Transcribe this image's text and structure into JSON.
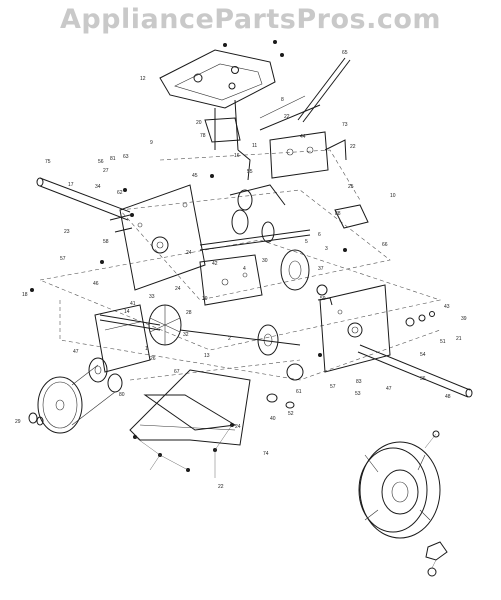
{
  "watermark": "AppliancePartsPros.com",
  "callouts": [
    {
      "id": "c12",
      "text": "12"
    },
    {
      "id": "c65",
      "text": "65"
    },
    {
      "id": "c8",
      "text": "8"
    },
    {
      "id": "c20",
      "text": "20"
    },
    {
      "id": "c78",
      "text": "78"
    },
    {
      "id": "c9",
      "text": "9"
    },
    {
      "id": "c16",
      "text": "16"
    },
    {
      "id": "c22a",
      "text": "22"
    },
    {
      "id": "c73",
      "text": "73"
    },
    {
      "id": "c44",
      "text": "44"
    },
    {
      "id": "c22b",
      "text": "22"
    },
    {
      "id": "c75",
      "text": "75"
    },
    {
      "id": "c56",
      "text": "56"
    },
    {
      "id": "c81",
      "text": "81"
    },
    {
      "id": "c63",
      "text": "63"
    },
    {
      "id": "c27",
      "text": "27"
    },
    {
      "id": "c17",
      "text": "17"
    },
    {
      "id": "c34",
      "text": "34"
    },
    {
      "id": "c62",
      "text": "62"
    },
    {
      "id": "c45",
      "text": "45"
    },
    {
      "id": "c11",
      "text": "11"
    },
    {
      "id": "c55",
      "text": "55"
    },
    {
      "id": "c25",
      "text": "25"
    },
    {
      "id": "c10",
      "text": "10"
    },
    {
      "id": "c23",
      "text": "23"
    },
    {
      "id": "c58",
      "text": "58"
    },
    {
      "id": "c57a",
      "text": "57"
    },
    {
      "id": "c42",
      "text": "42"
    },
    {
      "id": "c24a",
      "text": "24"
    },
    {
      "id": "c30",
      "text": "30"
    },
    {
      "id": "c37",
      "text": "37"
    },
    {
      "id": "c46",
      "text": "46"
    },
    {
      "id": "c14",
      "text": "14"
    },
    {
      "id": "c41",
      "text": "41"
    },
    {
      "id": "c33",
      "text": "33"
    },
    {
      "id": "c24b",
      "text": "24"
    },
    {
      "id": "c19",
      "text": "19"
    },
    {
      "id": "c18",
      "text": "18"
    },
    {
      "id": "c1",
      "text": "1"
    },
    {
      "id": "c28",
      "text": "28"
    },
    {
      "id": "c2",
      "text": "2"
    },
    {
      "id": "c13",
      "text": "13"
    },
    {
      "id": "c32",
      "text": "32"
    },
    {
      "id": "c47a",
      "text": "47"
    },
    {
      "id": "c67",
      "text": "67"
    },
    {
      "id": "c26",
      "text": "26"
    },
    {
      "id": "c80",
      "text": "80"
    },
    {
      "id": "c29",
      "text": "29"
    },
    {
      "id": "c74",
      "text": "74"
    },
    {
      "id": "c52",
      "text": "52"
    },
    {
      "id": "c40",
      "text": "40"
    },
    {
      "id": "c61",
      "text": "61"
    },
    {
      "id": "c57b",
      "text": "57"
    },
    {
      "id": "c53",
      "text": "53"
    },
    {
      "id": "c83",
      "text": "83"
    },
    {
      "id": "c47b",
      "text": "47"
    },
    {
      "id": "c36",
      "text": "36"
    },
    {
      "id": "c48",
      "text": "48"
    },
    {
      "id": "c43",
      "text": "43"
    },
    {
      "id": "c21",
      "text": "21"
    },
    {
      "id": "c51",
      "text": "51"
    },
    {
      "id": "c54",
      "text": "54"
    },
    {
      "id": "c39",
      "text": "39"
    },
    {
      "id": "c3",
      "text": "3"
    },
    {
      "id": "c5",
      "text": "5"
    },
    {
      "id": "c6",
      "text": "6"
    },
    {
      "id": "c66",
      "text": "66"
    },
    {
      "id": "c88",
      "text": "88"
    },
    {
      "id": "c4",
      "text": "4"
    },
    {
      "id": "c59",
      "text": "59"
    },
    {
      "id": "c22c",
      "text": "22"
    },
    {
      "id": "c24c",
      "text": "24"
    }
  ]
}
